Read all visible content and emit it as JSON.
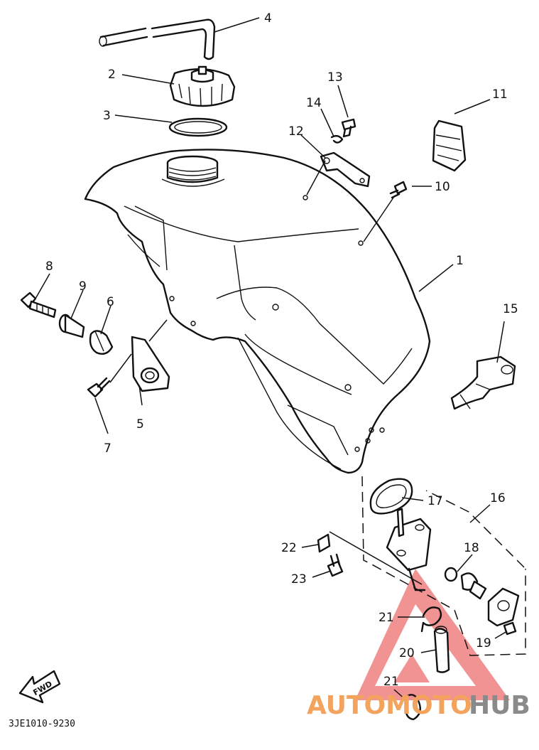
{
  "callouts": [
    {
      "id": "1",
      "text": "1"
    },
    {
      "id": "2",
      "text": "2"
    },
    {
      "id": "3",
      "text": "3"
    },
    {
      "id": "4",
      "text": "4"
    },
    {
      "id": "5",
      "text": "5"
    },
    {
      "id": "6",
      "text": "6"
    },
    {
      "id": "7",
      "text": "7"
    },
    {
      "id": "8",
      "text": "8"
    },
    {
      "id": "9",
      "text": "9"
    },
    {
      "id": "10",
      "text": "10"
    },
    {
      "id": "11",
      "text": "11"
    },
    {
      "id": "12",
      "text": "12"
    },
    {
      "id": "13",
      "text": "13"
    },
    {
      "id": "14",
      "text": "14"
    },
    {
      "id": "15",
      "text": "15"
    },
    {
      "id": "16",
      "text": "16"
    },
    {
      "id": "17",
      "text": "17"
    },
    {
      "id": "18",
      "text": "18"
    },
    {
      "id": "19",
      "text": "19"
    },
    {
      "id": "20",
      "text": "20"
    },
    {
      "id": "21a",
      "text": "21"
    },
    {
      "id": "21b",
      "text": "21"
    },
    {
      "id": "22",
      "text": "22"
    },
    {
      "id": "23",
      "text": "23"
    }
  ],
  "direction_badge": "FWD",
  "diagram_code": "3JE1010-9230",
  "watermark": {
    "part1": "AUTOMOTO",
    "part2": "HUB",
    "color_main": "#f2a35e",
    "color_hub": "#8a8a8a",
    "triangle_color": "#f08080"
  }
}
